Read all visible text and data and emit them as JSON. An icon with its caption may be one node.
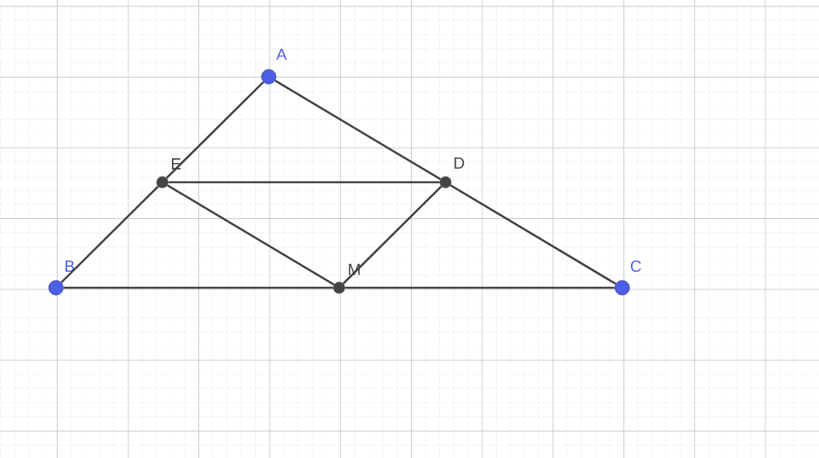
{
  "diagram": {
    "nodes": [
      {
        "text": [
          "A"
        ]
      },
      {
        "text": [
          "E"
        ]
      },
      {
        "text": [
          "D"
        ]
      },
      {
        "text": [
          "B"
        ]
      },
      {
        "text": [
          "M"
        ]
      },
      {
        "text": [
          "C"
        ]
      }
    ],
    "edges": [
      {
        "from": 0,
        "to": 1,
        "arrow": "none"
      },
      {
        "from": 1,
        "to": 3,
        "arrow": "none"
      },
      {
        "from": 0,
        "to": 2,
        "arrow": "none"
      },
      {
        "from": 2,
        "to": 5,
        "arrow": "none"
      },
      {
        "from": 1,
        "to": 2,
        "arrow": "none"
      },
      {
        "from": 1,
        "to": 4,
        "arrow": "none"
      },
      {
        "from": 2,
        "to": 4,
        "arrow": "none"
      },
      {
        "from": 3,
        "to": 4,
        "arrow": "none"
      },
      {
        "from": 4,
        "to": 5,
        "arrow": "none"
      }
    ]
  }
}
